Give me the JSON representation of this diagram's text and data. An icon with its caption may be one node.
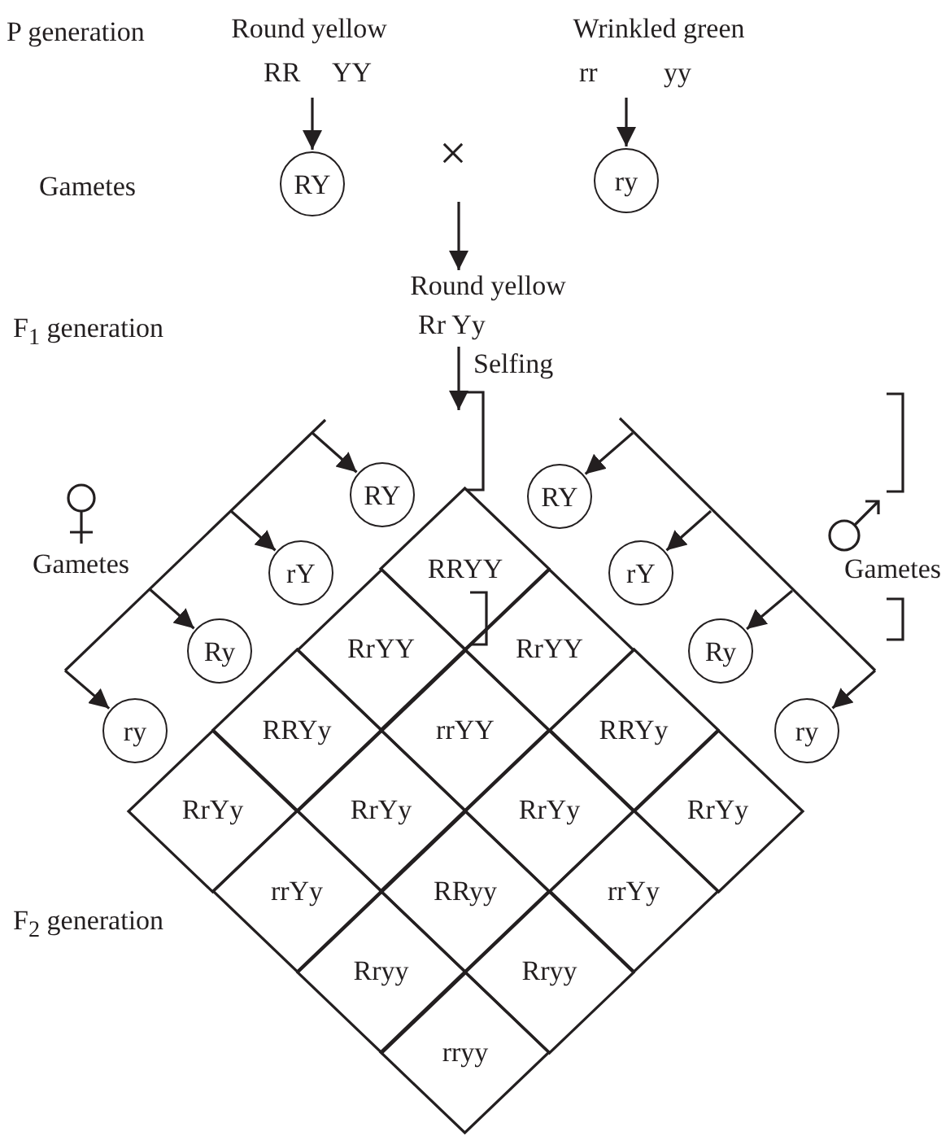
{
  "diagram": {
    "nodes": [
      {
        "text": [
          "Round yellow",
          "RR",
          "YY"
        ]
      },
      {
        "text": [
          "Wrinkled green",
          "rr",
          "yy"
        ]
      },
      {
        "text": [
          "RY"
        ]
      },
      {
        "text": [
          "ry"
        ]
      },
      {
        "text": [
          "Round yellow",
          "Rr Yy"
        ]
      },
      {
        "text": [
          "RY"
        ]
      },
      {
        "text": [
          "rY"
        ]
      },
      {
        "text": [
          "Ry"
        ]
      },
      {
        "text": [
          "ry"
        ]
      },
      {
        "text": [
          "RY"
        ]
      },
      {
        "text": [
          "rY"
        ]
      },
      {
        "text": [
          "Ry"
        ]
      },
      {
        "text": [
          "ry"
        ]
      },
      {
        "text": [
          "RRYY"
        ]
      },
      {
        "text": [
          "RrYY"
        ]
      },
      {
        "text": [
          "RrYY"
        ]
      },
      {
        "text": [
          "RRYy"
        ]
      },
      {
        "text": [
          "rrYY"
        ]
      },
      {
        "text": [
          "RRYy"
        ]
      },
      {
        "text": [
          "RrYy"
        ]
      },
      {
        "text": [
          "RrYy"
        ]
      },
      {
        "text": [
          "RrYy"
        ]
      },
      {
        "text": [
          "RrYy"
        ]
      },
      {
        "text": [
          "rrYy"
        ]
      },
      {
        "text": [
          "RRyy"
        ]
      },
      {
        "text": [
          "rrYy"
        ]
      },
      {
        "text": [
          "Rryy"
        ]
      },
      {
        "text": [
          "Rryy"
        ]
      },
      {
        "text": [
          "rryy"
        ]
      }
    ],
    "edges": [
      {
        "from": 0,
        "to": 2,
        "arrow": "to"
      },
      {
        "from": 1,
        "to": 3,
        "arrow": "to"
      },
      {
        "from": null,
        "to": 4,
        "arrow": "to"
      },
      {
        "from": 4,
        "to": null,
        "arrow": "to",
        "label": "Selfing"
      },
      {
        "from": null,
        "to": 5,
        "arrow": "to"
      },
      {
        "from": null,
        "to": 6,
        "arrow": "to"
      },
      {
        "from": null,
        "to": 7,
        "arrow": "to"
      },
      {
        "from": null,
        "to": 8,
        "arrow": "to"
      },
      {
        "from": null,
        "to": 9,
        "arrow": "to"
      },
      {
        "from": null,
        "to": 10,
        "arrow": "to"
      },
      {
        "from": null,
        "to": 11,
        "arrow": "to"
      },
      {
        "from": null,
        "to": 12,
        "arrow": "to"
      }
    ],
    "labels": [
      "P generation",
      "Gametes",
      "×",
      "F$_{1}$ generation",
      "Gametes",
      "Gametes",
      "F$_{2}$ generation"
    ]
  }
}
